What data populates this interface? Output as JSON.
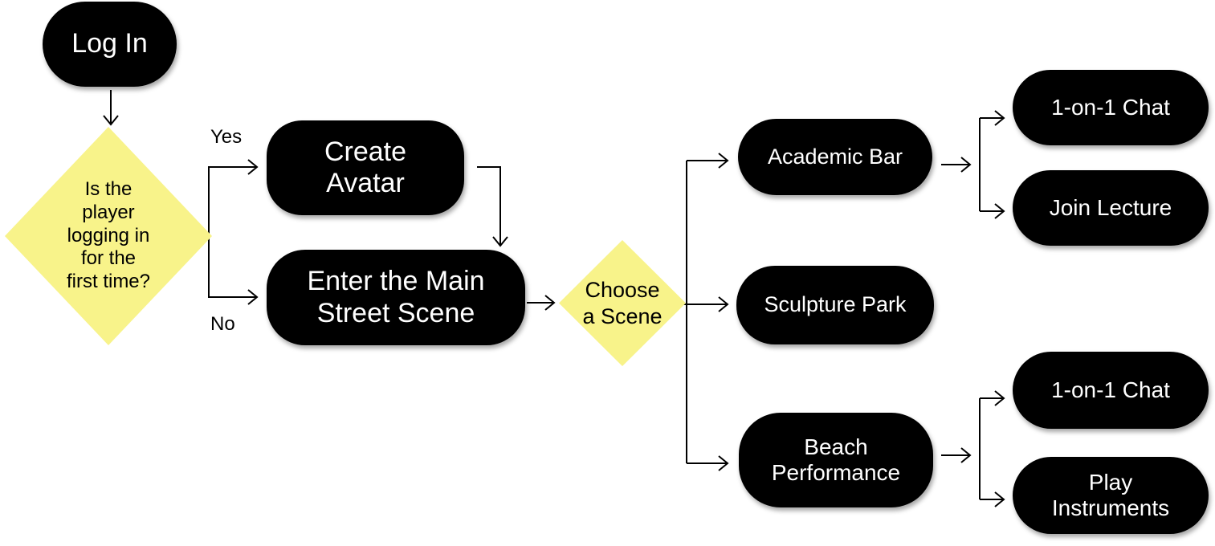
{
  "nodes": {
    "log_in": "Log In",
    "create_avatar": "Create\nAvatar",
    "enter_main_street": "Enter the Main\nStreet Scene",
    "academic_bar": "Academic Bar",
    "sculpture_park": "Sculpture Park",
    "beach_performance": "Beach\nPerformance",
    "chat_1": "1-on-1 Chat",
    "join_lecture": "Join Lecture",
    "chat_2": "1-on-1 Chat",
    "play_instruments": "Play\nInstruments"
  },
  "decisions": {
    "first_time": "Is the\nplayer\nlogging in\nfor the\nfirst time?",
    "choose_scene": "Choose\na Scene"
  },
  "edge_labels": {
    "yes": "Yes",
    "no": "No"
  },
  "colors": {
    "node_fill": "#000000",
    "node_text": "#ffffff",
    "decision_fill": "#f8f38a",
    "line": "#000000"
  }
}
